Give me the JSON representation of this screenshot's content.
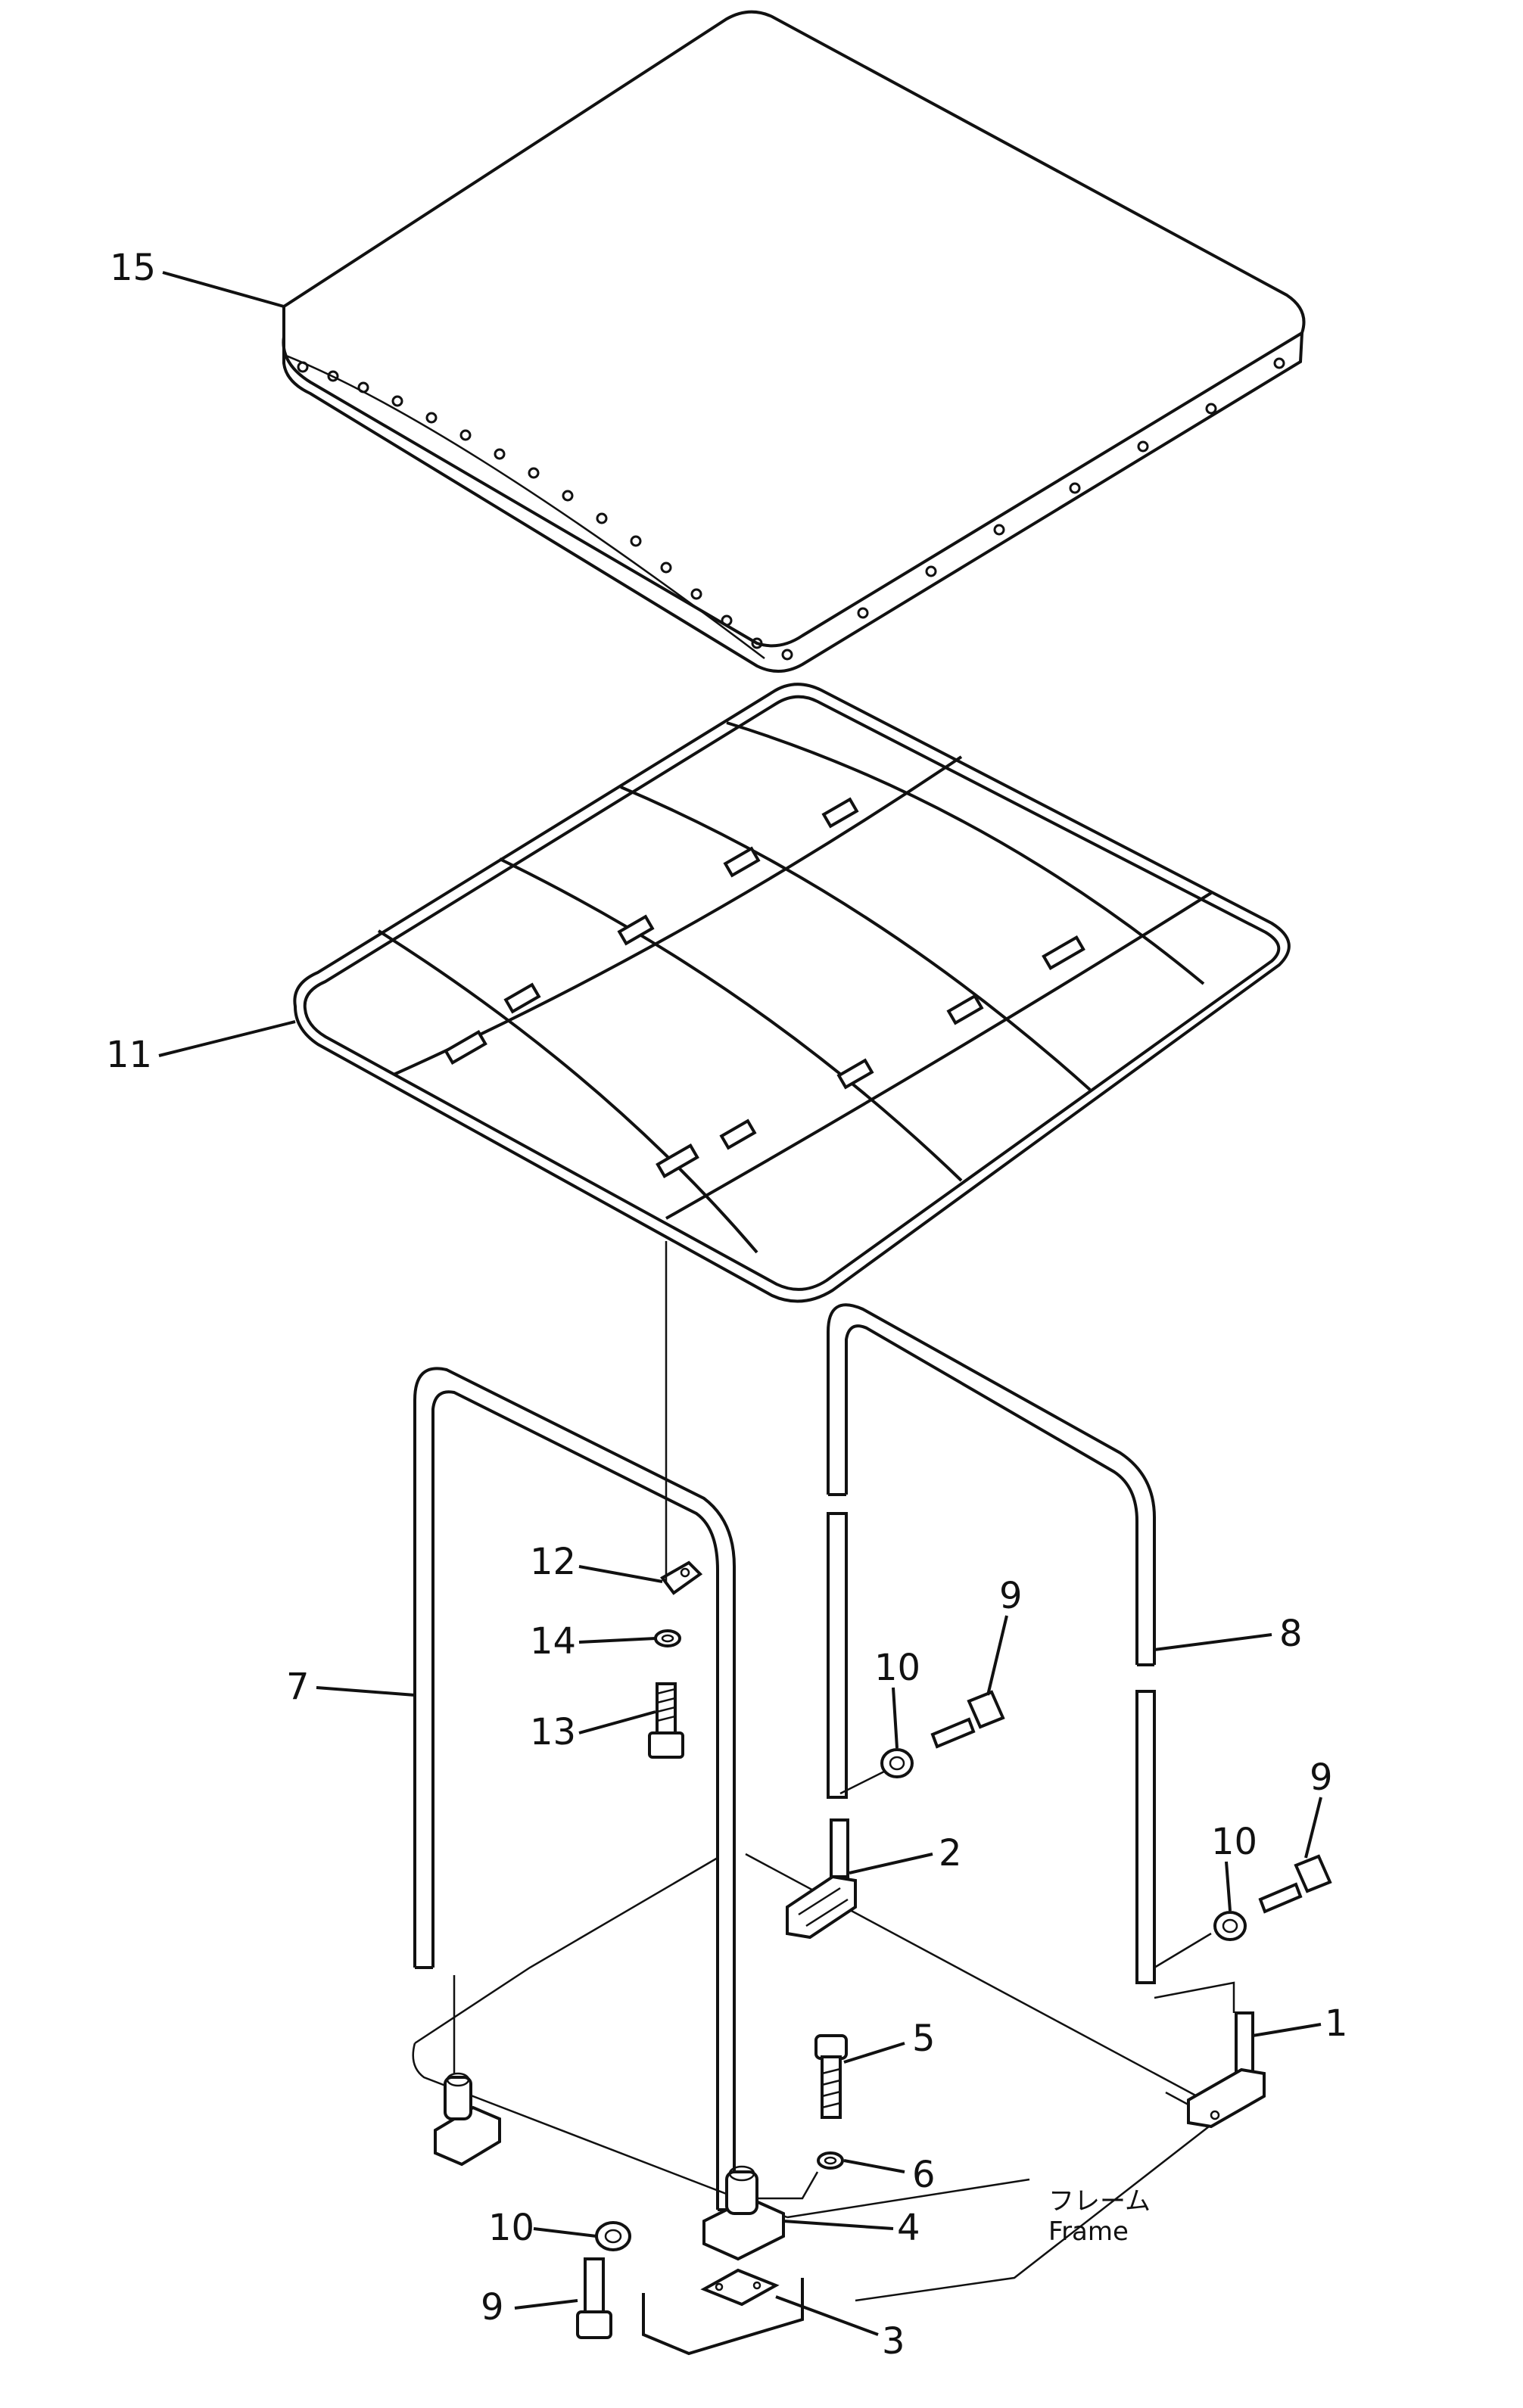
{
  "diagram": {
    "callouts": {
      "c1": "1",
      "c2": "2",
      "c3": "3",
      "c4": "4",
      "c5": "5",
      "c6": "6",
      "c7": "7",
      "c8": "8",
      "c9a": "9",
      "c9b": "9",
      "c9c": "9",
      "c10a": "10",
      "c10b": "10",
      "c10c": "10",
      "c11": "11",
      "c12": "12",
      "c13": "13",
      "c14": "14",
      "c15": "15"
    },
    "frame_label_jp": "フレーム",
    "frame_label_en": "Frame"
  }
}
